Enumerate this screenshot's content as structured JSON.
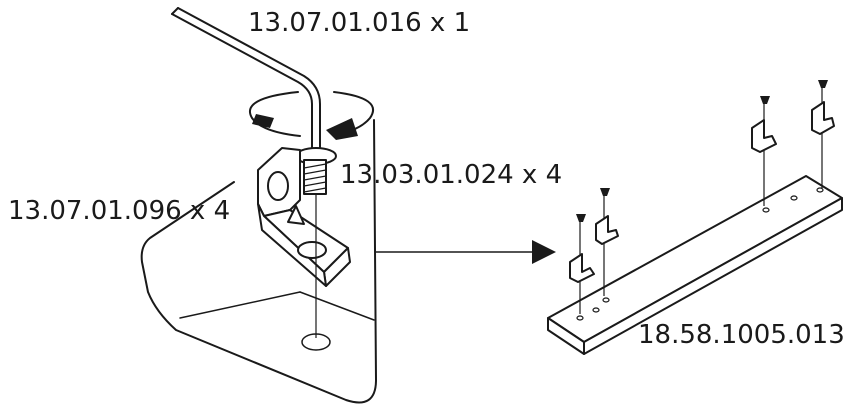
{
  "labels": {
    "allen_key": "13.07.01.016 x 1",
    "screw": "13.03.01.024 x 4",
    "bracket": "13.07.01.096 x 4",
    "board": "18.58.1005.013"
  },
  "icons": [
    "allen-key-icon",
    "rotation-arrow-icon",
    "screw-icon",
    "angle-bracket-icon",
    "direction-arrow-icon",
    "board-icon"
  ],
  "colors": {
    "ink": "#1a1a1a",
    "background": "#ffffff"
  }
}
